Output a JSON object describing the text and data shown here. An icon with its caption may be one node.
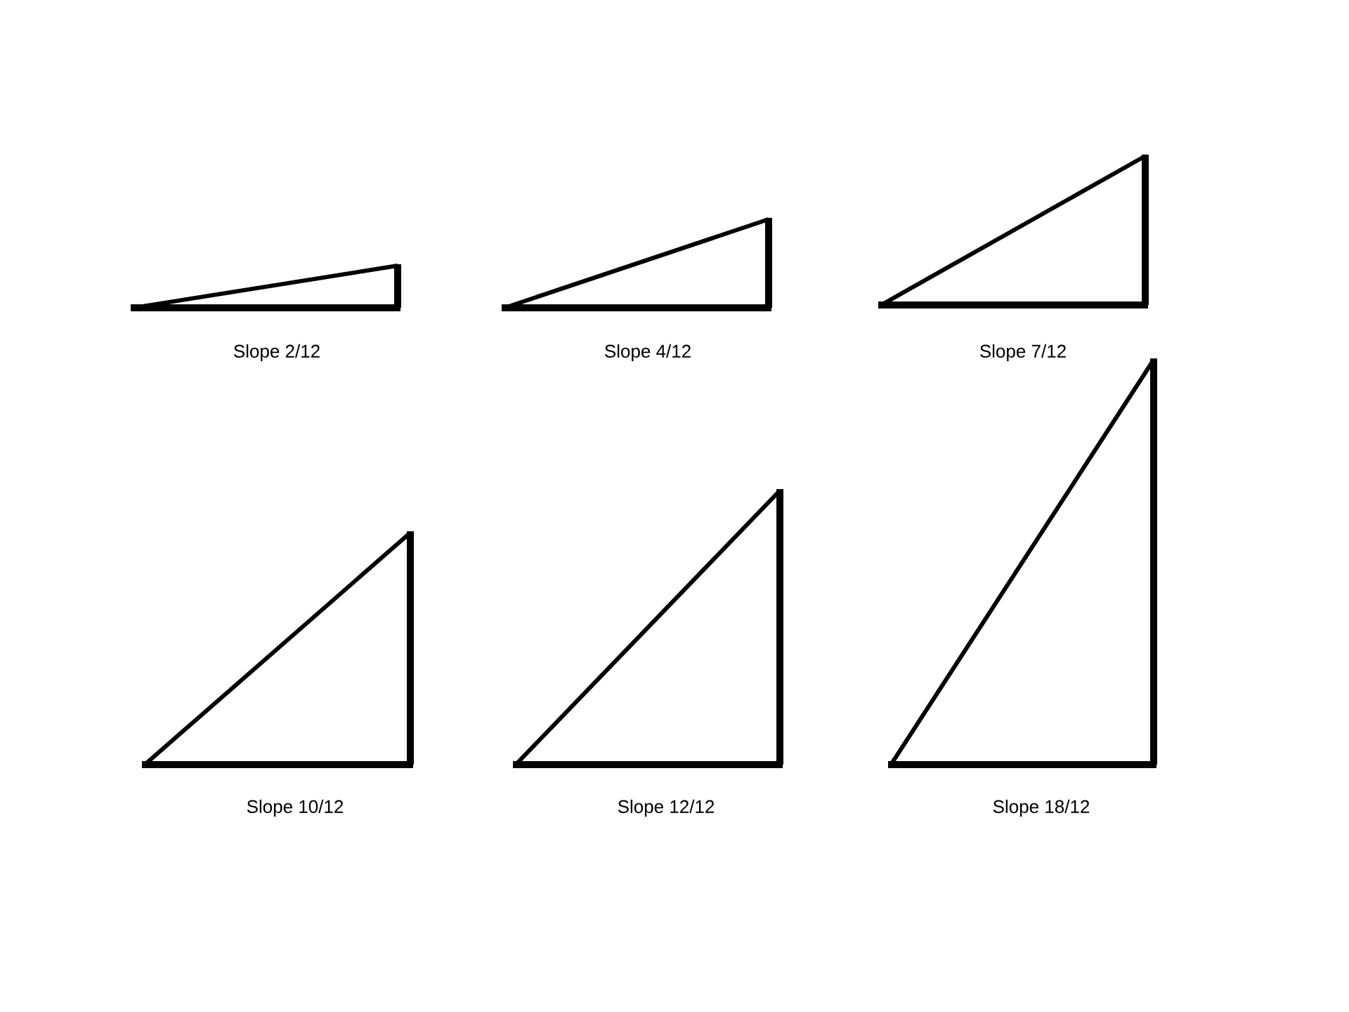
{
  "diagram": {
    "nodes": [
      {
        "text": [],
        "shape": "triangle"
      },
      {
        "text": [],
        "shape": "triangle"
      },
      {
        "text": [],
        "shape": "triangle"
      },
      {
        "text": [],
        "shape": "triangle"
      },
      {
        "text": [],
        "shape": "triangle"
      },
      {
        "text": [],
        "shape": "triangle"
      }
    ],
    "labels": [
      "Slope 2/12",
      "Slope 4/12",
      "Slope 7/12",
      "Slope 10/12",
      "Slope 12/12",
      "Slope 18/12"
    ]
  }
}
